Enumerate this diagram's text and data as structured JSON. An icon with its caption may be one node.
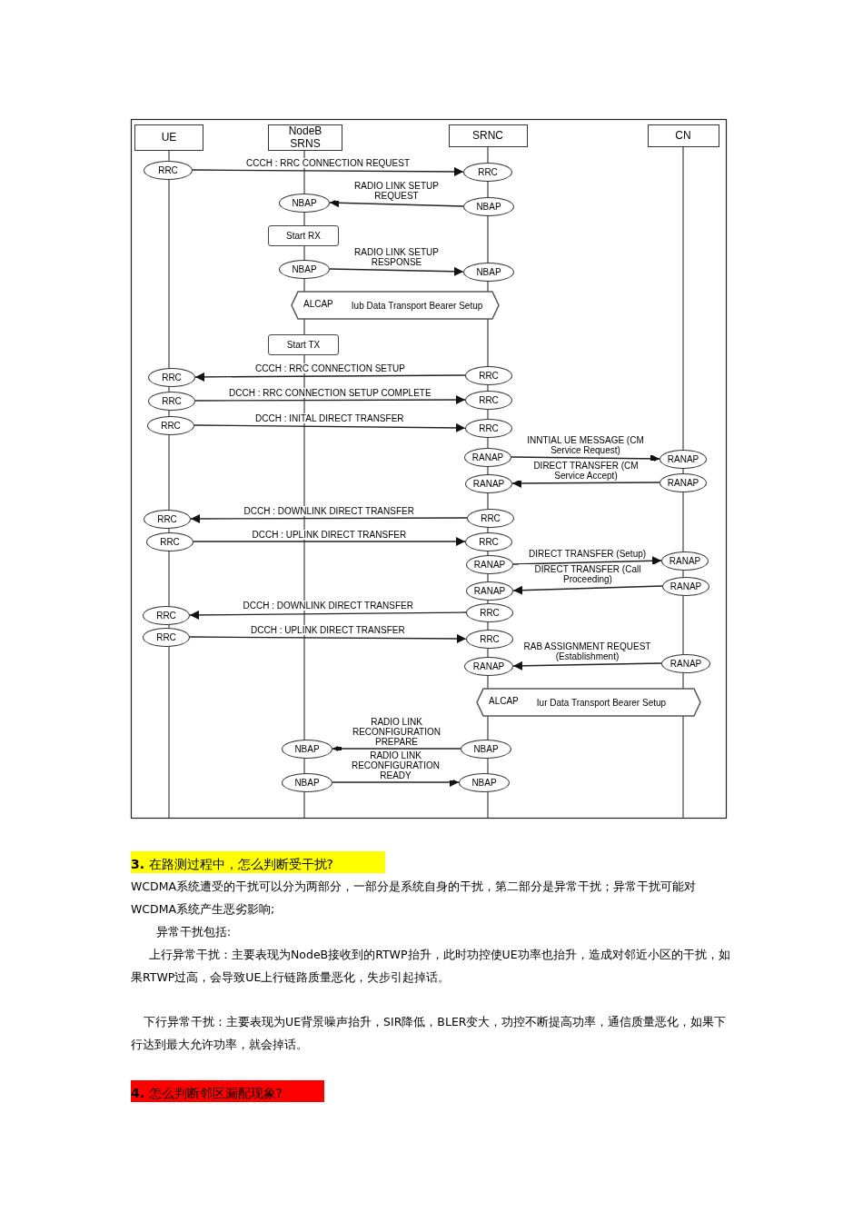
{
  "diagram": {
    "nodes": [
      {
        "text": [
          "UE"
        ]
      },
      {
        "text": [
          "NodeB SRNS"
        ]
      },
      {
        "text": [
          "SRNC"
        ]
      },
      {
        "text": [
          "CN"
        ]
      },
      {
        "text": [
          "RRC"
        ]
      },
      {
        "text": [
          "RRC"
        ]
      },
      {
        "text": [
          "NBAP"
        ]
      },
      {
        "text": [
          "NBAP"
        ]
      },
      {
        "text": [
          "Start RX"
        ]
      },
      {
        "text": [
          "NBAP"
        ]
      },
      {
        "text": [
          "NBAP"
        ]
      },
      {
        "text": [
          "ALCAP",
          "Iub Data Transport Bearer Setup"
        ]
      },
      {
        "text": [
          "Start TX"
        ]
      },
      {
        "text": [
          "RRC"
        ]
      },
      {
        "text": [
          "RRC"
        ]
      },
      {
        "text": [
          "RRC"
        ]
      },
      {
        "text": [
          "RRC"
        ]
      },
      {
        "text": [
          "RRC"
        ]
      },
      {
        "text": [
          "RRC"
        ]
      },
      {
        "text": [
          "RANAP"
        ]
      },
      {
        "text": [
          "RANAP"
        ]
      },
      {
        "text": [
          "RANAP"
        ]
      },
      {
        "text": [
          "RANAP"
        ]
      },
      {
        "text": [
          "RRC"
        ]
      },
      {
        "text": [
          "RRC"
        ]
      },
      {
        "text": [
          "RRC"
        ]
      },
      {
        "text": [
          "RRC"
        ]
      },
      {
        "text": [
          "RANAP"
        ]
      },
      {
        "text": [
          "RANAP"
        ]
      },
      {
        "text": [
          "RANAP"
        ]
      },
      {
        "text": [
          "RANAP"
        ]
      },
      {
        "text": [
          "RRC"
        ]
      },
      {
        "text": [
          "RRC"
        ]
      },
      {
        "text": [
          "RRC"
        ]
      },
      {
        "text": [
          "RRC"
        ]
      },
      {
        "text": [
          "RANAP"
        ]
      },
      {
        "text": [
          "RANAP"
        ]
      },
      {
        "text": [
          "ALCAP",
          "Iur Data Transport Bearer Setup"
        ]
      },
      {
        "text": [
          "NBAP"
        ]
      },
      {
        "text": [
          "NBAP"
        ]
      },
      {
        "text": [
          "NBAP"
        ]
      },
      {
        "text": [
          "NBAP"
        ]
      }
    ],
    "edges": [
      {
        "from": 4,
        "to": 5,
        "arrow": "to",
        "label": "CCCH : RRC CONNECTION REQUEST"
      },
      {
        "from": 7,
        "to": 6,
        "arrow": "to",
        "label": "RADIO LINK SETUP REQUEST"
      },
      {
        "from": 9,
        "to": 10,
        "arrow": "to",
        "label": "RADIO LINK SETUP RESPONSE"
      },
      {
        "from": 14,
        "to": 13,
        "arrow": "to",
        "label": "CCCH : RRC CONNECTION SETUP"
      },
      {
        "from": 15,
        "to": 16,
        "arrow": "to",
        "label": "DCCH : RRC CONNECTION SETUP COMPLETE"
      },
      {
        "from": 17,
        "to": 18,
        "arrow": "to",
        "label": "DCCH : INITAL DIRECT TRANSFER"
      },
      {
        "from": 19,
        "to": 20,
        "arrow": "to",
        "label": "INNTIAL UE MESSAGE (CM Service Request)"
      },
      {
        "from": 22,
        "to": 21,
        "arrow": "to",
        "label": "DIRECT TRANSFER (CM Service Accept)"
      },
      {
        "from": 24,
        "to": 23,
        "arrow": "to",
        "label": "DCCH : DOWNLINK DIRECT TRANSFER"
      },
      {
        "from": 25,
        "to": 26,
        "arrow": "to",
        "label": "DCCH : UPLINK DIRECT TRANSFER"
      },
      {
        "from": 27,
        "to": 28,
        "arrow": "to",
        "label": "DIRECT TRANSFER (Setup)"
      },
      {
        "from": 30,
        "to": 29,
        "arrow": "to",
        "label": "DIRECT TRANSFER (Call Proceeding)"
      },
      {
        "from": 32,
        "to": 31,
        "arrow": "to",
        "label": "DCCH : DOWNLINK DIRECT TRANSFER"
      },
      {
        "from": 33,
        "to": 34,
        "arrow": "to",
        "label": "DCCH : UPLINK DIRECT TRANSFER"
      },
      {
        "from": 36,
        "to": 35,
        "arrow": "to",
        "label": "RAB ASSIGNMENT REQUEST (Establishment)"
      },
      {
        "from": 39,
        "to": 38,
        "arrow": "to",
        "label": "RADIO LINK RECONFIGURATION PREPARE"
      },
      {
        "from": 40,
        "to": 41,
        "arrow": "to",
        "label": "RADIO LINK RECONFIGURATION READY"
      }
    ],
    "labels": [
      "**3.** 在路测过程中，怎么判断受干扰?",
      "WCDMA系统遭受的干扰可以分为两部分，一部分是系统自身的干扰，第二部分是异常干扰；异常干扰可能对WCDMA系统产生恶劣影响;",
      "异常干扰包括:",
      "上行异常干扰：主要表现为NodeB接收到的RTWP抬升，此时功控使UE功率也抬升，造成对邻近小区的干扰，如果RTWP过高，会导致UE上行链路质量恶化，失步引起掉话。",
      "下行异常干扰：主要表现为UE背景噪声抬升，SIR降低，BLER变大，功控不断提高功率，通信质量恶化，如果下行达到最大允许功率，就会掉话。",
      "**4.** 怎么判断邻区漏配现象?"
    ]
  }
}
